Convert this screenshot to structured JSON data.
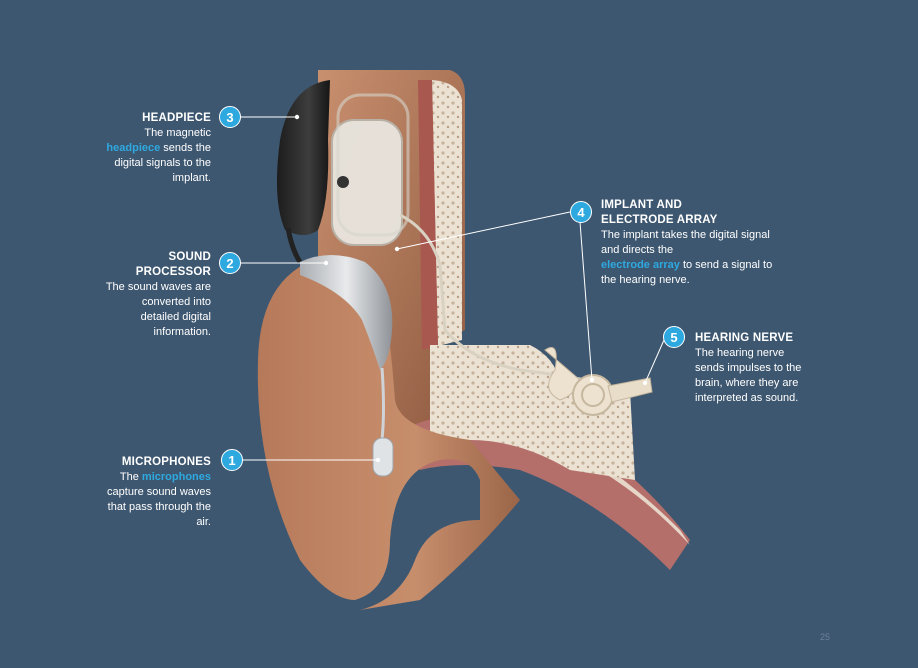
{
  "labels": {
    "headpiece": {
      "number": "3",
      "title": "HEADPIECE",
      "text_before": "The magnetic",
      "highlight": "headpiece",
      "text_after": " sends the digital signals to the implant."
    },
    "sound_processor": {
      "number": "2",
      "title_line1": "SOUND",
      "title_line2": "PROCESSOR",
      "text": "The sound waves are converted into detailed digital information."
    },
    "microphones": {
      "number": "1",
      "title": "MICROPHONES",
      "text_before": "The ",
      "highlight": "microphones",
      "text_after": " capture sound waves that pass through the air."
    },
    "implant": {
      "number": "4",
      "title_line1": "IMPLANT AND",
      "title_line2": "ELECTRODE ARRAY",
      "text_before": "The implant takes the digital signal and directs the",
      "highlight": "electrode array",
      "text_after": " to send a signal to the hearing nerve."
    },
    "nerve": {
      "number": "5",
      "title": "HEARING NERVE",
      "text": "The hearing nerve sends impulses to the brain, where they are interpreted as sound."
    }
  },
  "page_number": "25",
  "colors": {
    "background": "#3e5770",
    "accent": "#2ea9e0",
    "skin": "#c48a6a",
    "bone": "#e8dccb"
  }
}
